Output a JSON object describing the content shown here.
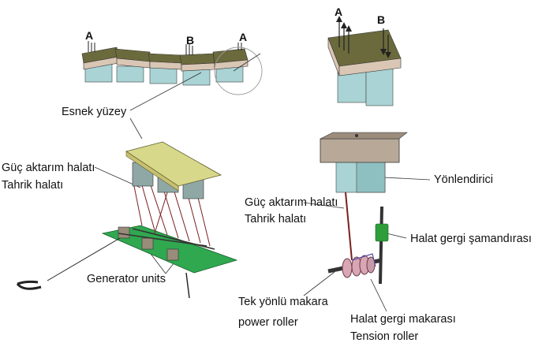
{
  "markers": {
    "a": "A",
    "b": "B"
  },
  "labels": {
    "flexible_surface": "Esnek yüzey",
    "power_cable_tr": "Güç aktarım halatı",
    "drive_cable_tr": "Tahrik halatı",
    "generator_units": "Generator units",
    "guide": "Yönlendirici",
    "tension_float": "Halat gergi şamandırası",
    "oneway_roller_tr": "Tek yönlü makara",
    "oneway_roller_en": "power roller",
    "tension_roller_tr": "Halat gergi makarası",
    "tension_roller_en": "Tension roller"
  },
  "colors": {
    "panel_top": "#6b6a3c",
    "panel_side": "#d9c6b4",
    "float_block": "#a9d3d4",
    "platform": "#2fa84f",
    "deck": "#d8d88a",
    "cable": "#7a1f1f",
    "float_green": "#2e9e3a"
  }
}
